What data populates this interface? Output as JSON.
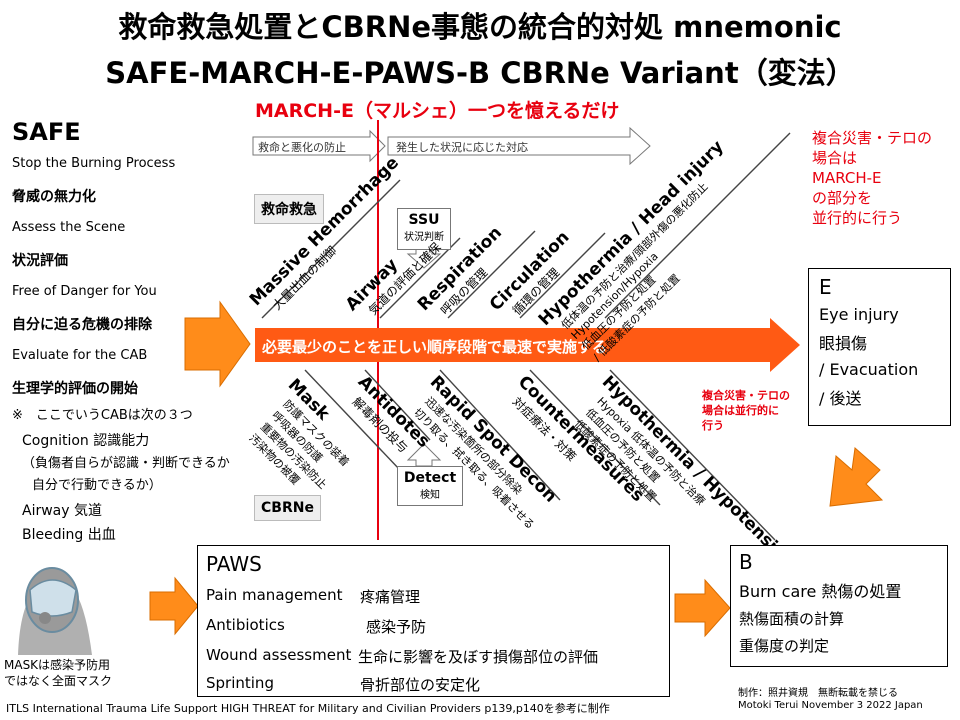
{
  "title": {
    "line1": "救命救急処置とCBRNe事態の統合的対処 mnemonic",
    "line2": "SAFE-MARCH-E-PAWS-B CBRNe Variant（変法）",
    "marche_note": "MARCH-E（マルシェ）一つを憶えるだけ"
  },
  "timeline": {
    "left": "救命と悪化の防止",
    "right": "発生した状況に応じた対応"
  },
  "safe": {
    "heading": "SAFE",
    "items": [
      {
        "en": "Stop the Burning Process",
        "ja": "脅威の無力化"
      },
      {
        "en": "Assess the Scene",
        "ja": "状況評価"
      },
      {
        "en": "Free of Danger for You",
        "ja": "自分に迫る危機の排除"
      },
      {
        "en": "Evaluate for the CAB",
        "ja": "生理学的評価の開始"
      }
    ],
    "cab_note": "※　ここでいうCABは次の３つ",
    "cab": [
      {
        "label": "Cognition 認識能力",
        "note1": "（負傷者自らが認識・判断できるか",
        "note2": "自分で行動できるか）"
      },
      {
        "label": "Airway 気道"
      },
      {
        "label": "Bleeding 出血"
      }
    ],
    "mask_note1": "MASKは感染予防用",
    "mask_note2": "ではなく全面マスク"
  },
  "labels": {
    "kyumei": "救命救急",
    "cbrne": "CBRNe",
    "ssu": "SSU",
    "ssu_sub": "状況判断",
    "detect": "Detect",
    "detect_sub": "検知"
  },
  "main_arrow": "必要最少のことを正しい順序段階で最速で実施する",
  "upper": [
    {
      "title": "Massive Hemorrhage",
      "sub": "大量出血の制御"
    },
    {
      "title": "Airway",
      "sub": "気道の評価と確保"
    },
    {
      "title": "Respiration",
      "sub": "呼吸の管理"
    },
    {
      "title": "Circulation",
      "sub": "循環の管理"
    },
    {
      "title": "Hypothermia / Head injury",
      "sub": "低体温の予防と治療/頭部外傷の悪化防止",
      "sub2": "Hypotension/Hypoxia",
      "sub3": "低血圧の予防と処置",
      "sub4": "/ 低酸素症の予防と処置"
    }
  ],
  "lower": [
    {
      "title": "Mask",
      "sub": "防護マスクの装着",
      "sub2": "呼吸器の防護",
      "sub3": "重要物の汚染防止",
      "sub4": "汚染物の被覆"
    },
    {
      "title": "Antidotes",
      "sub": "解毒剤の投与"
    },
    {
      "title": "Rapid Spot Decon",
      "sub": "迅速な汚染箇所の部分除染",
      "sub2": "切り取る、拭き取る、吸着させる"
    },
    {
      "title": "Countermeasures",
      "sub": "対症療法・対策"
    },
    {
      "title": "Hypothermia / Hypotension",
      "sub": "Hypoxia 低体温の予防と治療",
      "sub2": "低血圧の予防と処置",
      "sub3": "低酸素症の予防と処置"
    }
  ],
  "compound_note_upper": [
    "複合災害・テロの",
    "場合は",
    "MARCH-E",
    "の部分を",
    "並行的に行う"
  ],
  "compound_note_lower": [
    "複合災害・テロの",
    "場合は並行的に",
    "行う"
  ],
  "e_box": {
    "heading": "E",
    "items": [
      "Eye injury",
      "眼損傷",
      "/ Evacuation",
      "/ 後送"
    ]
  },
  "paws": {
    "heading": "PAWS",
    "items": [
      {
        "en": "Pain management",
        "ja": "疼痛管理"
      },
      {
        "en": "Antibiotics",
        "ja": "感染予防"
      },
      {
        "en": "Wound assessment",
        "ja": "生命に影響を及ぼす損傷部位の評価"
      },
      {
        "en": "Sprinting",
        "ja": "骨折部位の安定化"
      }
    ]
  },
  "b_box": {
    "heading": "B",
    "items": [
      "Burn care 熱傷の処置",
      "熱傷面積の計算",
      "重傷度の判定"
    ]
  },
  "footer": {
    "credit": "制作：照井資規　無断転載を禁じる",
    "author": "Motoki Terui November 3 2022 Japan",
    "ref": "ITLS International Trauma Life Support HIGH THREAT for Military and Civilian Providers p139,p140を参考に制作"
  },
  "colors": {
    "accent_red": "#e8000f",
    "arrow_orange": "#ff8c1a",
    "main_arrow": "#ff5a14"
  }
}
